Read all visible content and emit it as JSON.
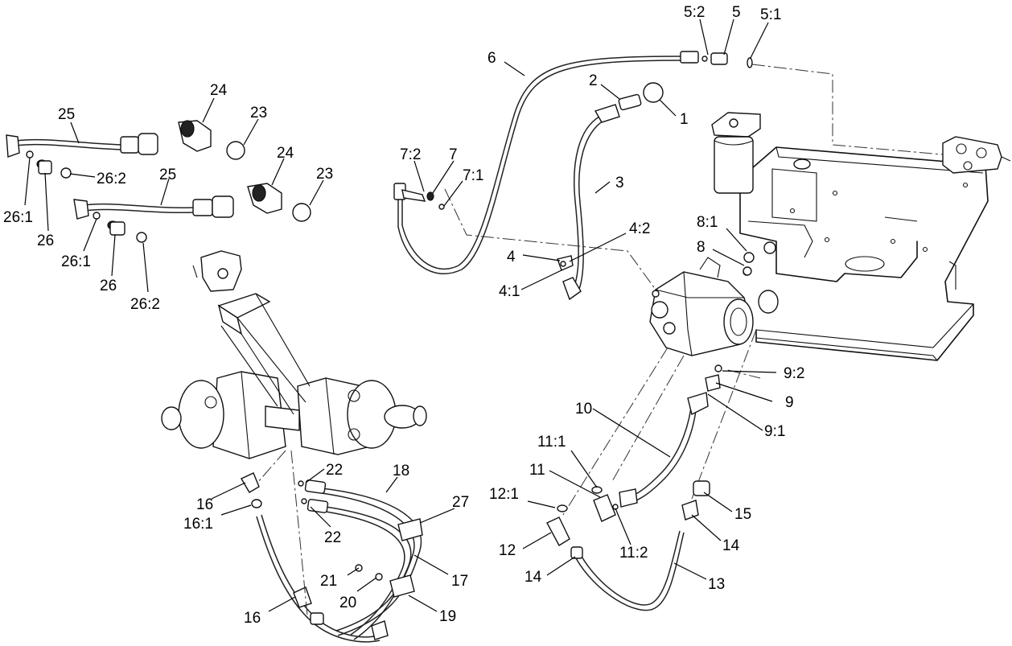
{
  "diagram": {
    "callouts": [
      {
        "id": "c-5-2",
        "text": "5:2"
      },
      {
        "id": "c-5",
        "text": "5"
      },
      {
        "id": "c-5-1",
        "text": "5:1"
      },
      {
        "id": "c-6",
        "text": "6"
      },
      {
        "id": "c-2",
        "text": "2"
      },
      {
        "id": "c-1",
        "text": "1"
      },
      {
        "id": "c-7-2",
        "text": "7:2"
      },
      {
        "id": "c-7",
        "text": "7"
      },
      {
        "id": "c-7-1",
        "text": "7:1"
      },
      {
        "id": "c-3",
        "text": "3"
      },
      {
        "id": "c-4-2",
        "text": "4:2"
      },
      {
        "id": "c-4",
        "text": "4"
      },
      {
        "id": "c-4-1",
        "text": "4:1"
      },
      {
        "id": "c-8-1",
        "text": "8:1"
      },
      {
        "id": "c-8",
        "text": "8"
      },
      {
        "id": "c-9-2",
        "text": "9:2"
      },
      {
        "id": "c-9",
        "text": "9"
      },
      {
        "id": "c-9-1",
        "text": "9:1"
      },
      {
        "id": "c-10",
        "text": "10"
      },
      {
        "id": "c-11-1",
        "text": "11:1"
      },
      {
        "id": "c-11",
        "text": "11"
      },
      {
        "id": "c-12-1",
        "text": "12:1"
      },
      {
        "id": "c-11-2",
        "text": "11:2"
      },
      {
        "id": "c-12",
        "text": "12"
      },
      {
        "id": "c-15",
        "text": "15"
      },
      {
        "id": "c-14a",
        "text": "14"
      },
      {
        "id": "c-14b",
        "text": "14"
      },
      {
        "id": "c-13",
        "text": "13"
      },
      {
        "id": "c-25a",
        "text": "25"
      },
      {
        "id": "c-24a",
        "text": "24"
      },
      {
        "id": "c-23a",
        "text": "23"
      },
      {
        "id": "c-26-2a",
        "text": "26:2"
      },
      {
        "id": "c-26-1a",
        "text": "26:1"
      },
      {
        "id": "c-26a",
        "text": "26"
      },
      {
        "id": "c-25b",
        "text": "25"
      },
      {
        "id": "c-24b",
        "text": "24"
      },
      {
        "id": "c-23b",
        "text": "23"
      },
      {
        "id": "c-26-1b",
        "text": "26:1"
      },
      {
        "id": "c-26b",
        "text": "26"
      },
      {
        "id": "c-26-2b",
        "text": "26:2"
      },
      {
        "id": "c-22a",
        "text": "22"
      },
      {
        "id": "c-18",
        "text": "18"
      },
      {
        "id": "c-27",
        "text": "27"
      },
      {
        "id": "c-16a",
        "text": "16"
      },
      {
        "id": "c-16-1",
        "text": "16:1"
      },
      {
        "id": "c-22b",
        "text": "22"
      },
      {
        "id": "c-17",
        "text": "17"
      },
      {
        "id": "c-21",
        "text": "21"
      },
      {
        "id": "c-20",
        "text": "20"
      },
      {
        "id": "c-19",
        "text": "19"
      },
      {
        "id": "c-16b",
        "text": "16"
      }
    ]
  }
}
